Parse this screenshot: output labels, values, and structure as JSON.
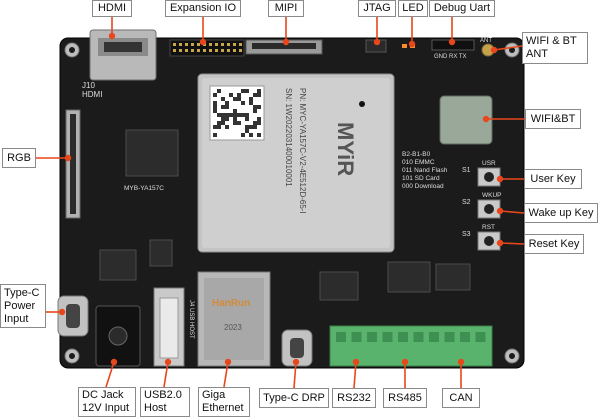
{
  "board": {
    "silkscreen_hdmi": "J10\nHDMI",
    "silkscreen_model": "MYB-YA157C",
    "som_lines": [
      "PN: MYC-YA157C-V2-4E512D-65-I",
      "SN: 1W2022031400010001"
    ],
    "som_logo": "MYiR",
    "boot_table": [
      "B2-B1-B0",
      "010 EMMC",
      "011 Nand Flash",
      "101 SD Card",
      "000 Download"
    ],
    "rj45_brand": "HanRun",
    "rj45_year": "2023",
    "buttons": [
      "USR",
      "WKUP",
      "RST"
    ],
    "button_ids": [
      "S1",
      "S2",
      "S3"
    ],
    "usb_host_silk": "J4 USB HOST",
    "ant_silk": "ANT",
    "uart_silk": "GND RX TX"
  },
  "callouts": {
    "hdmi": "HDMI",
    "expansion_io": "Expansion IO",
    "mipi": "MIPI",
    "jtag": "JTAG",
    "led": "LED",
    "debug_uart": "Debug Uart",
    "wifi_bt_ant": "WIFI & BT\nANT",
    "wifi_bt": "WIFI&BT",
    "rgb": "RGB",
    "user_key": "User Key",
    "wake_up_key": "Wake up Key",
    "reset_key": "Reset Key",
    "type_c_power": "Type-C\nPower\nInput",
    "dc_jack": "DC Jack\n12V Input",
    "usb_host": "USB2.0\nHost",
    "giga_ethernet": "Giga\nEthernet",
    "type_c_drp": "Type-C DRP",
    "rs232": "RS232",
    "rs485": "RS485",
    "can": "CAN"
  },
  "colors": {
    "pcb": "#1b1b1b",
    "callout_line": "#e8471c",
    "terminal_block": "#59b36c",
    "som": "#c4c4c4"
  }
}
